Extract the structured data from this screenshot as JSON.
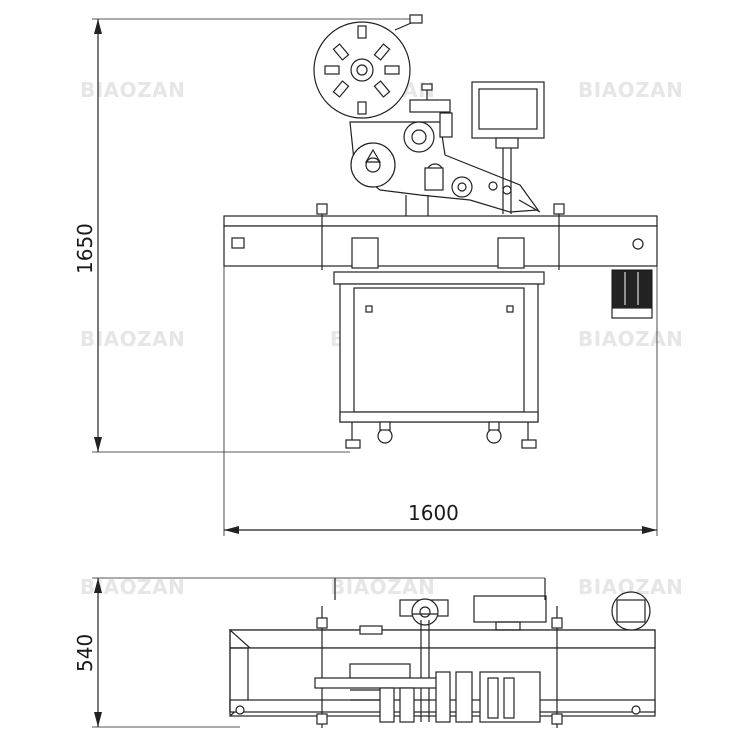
{
  "watermark": "BIAOZAN",
  "dimensions": {
    "height": "1650",
    "width": "1600",
    "depth": "540"
  },
  "views": {
    "front": "front-elevation",
    "top": "top-plan"
  }
}
